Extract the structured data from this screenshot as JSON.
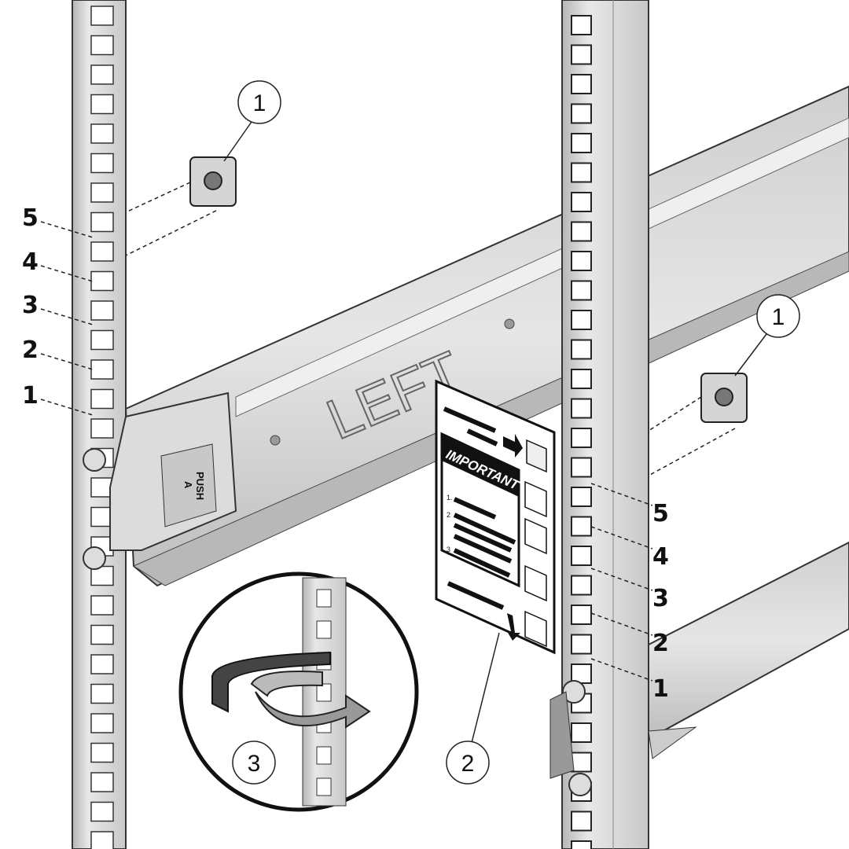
{
  "callouts": {
    "cage_nut_left": "1",
    "cage_nut_right": "1",
    "label_card": "2",
    "inset_detail": "3"
  },
  "hole_numbers_left": [
    "5",
    "4",
    "3",
    "2",
    "1"
  ],
  "hole_numbers_right": [
    "5",
    "4",
    "3",
    "2",
    "1"
  ],
  "rail": {
    "embossed_text": "LEFT",
    "latch_text_1": "PUSH",
    "latch_text_2": "A"
  },
  "card": {
    "heading": "IMPORTANT",
    "steps": [
      "1.",
      "2",
      "3"
    ]
  },
  "colors": {
    "metal": "#d9d9d9",
    "metal_dark": "#a8a8a8",
    "line": "#222222"
  }
}
